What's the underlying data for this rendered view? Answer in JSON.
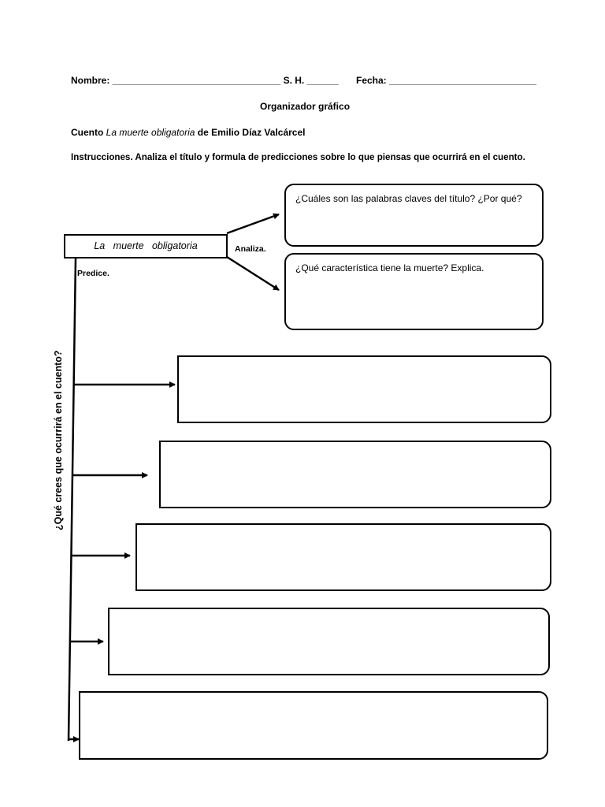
{
  "header": {
    "nombre_label": "Nombre: ________________________________ S. H. ______",
    "fecha_label": "Fecha: ____________________________",
    "title": "Organizador gráfico",
    "cuento_prefix": "Cuento ",
    "cuento_title": "La muerte obligatoria",
    "cuento_suffix": " de Emilio Díaz Valcárcel",
    "instructions": "Instrucciones. Analiza el título y formula de predicciones sobre lo que piensas que ocurrirá en el cuento."
  },
  "organizer": {
    "center_title": "La   muerte   obligatoria",
    "analiza_label": "Analiza.",
    "predice_label": "Predice.",
    "vertical_question": "¿Qué crees que ocurrirá en el cuento?",
    "question_1": "¿Cuáles son las palabras claves del título? ¿Por qué?",
    "question_2": "¿Qué característica tiene la muerte?  Explica.",
    "prediction_boxes": [
      "",
      "",
      "",
      "",
      ""
    ]
  }
}
